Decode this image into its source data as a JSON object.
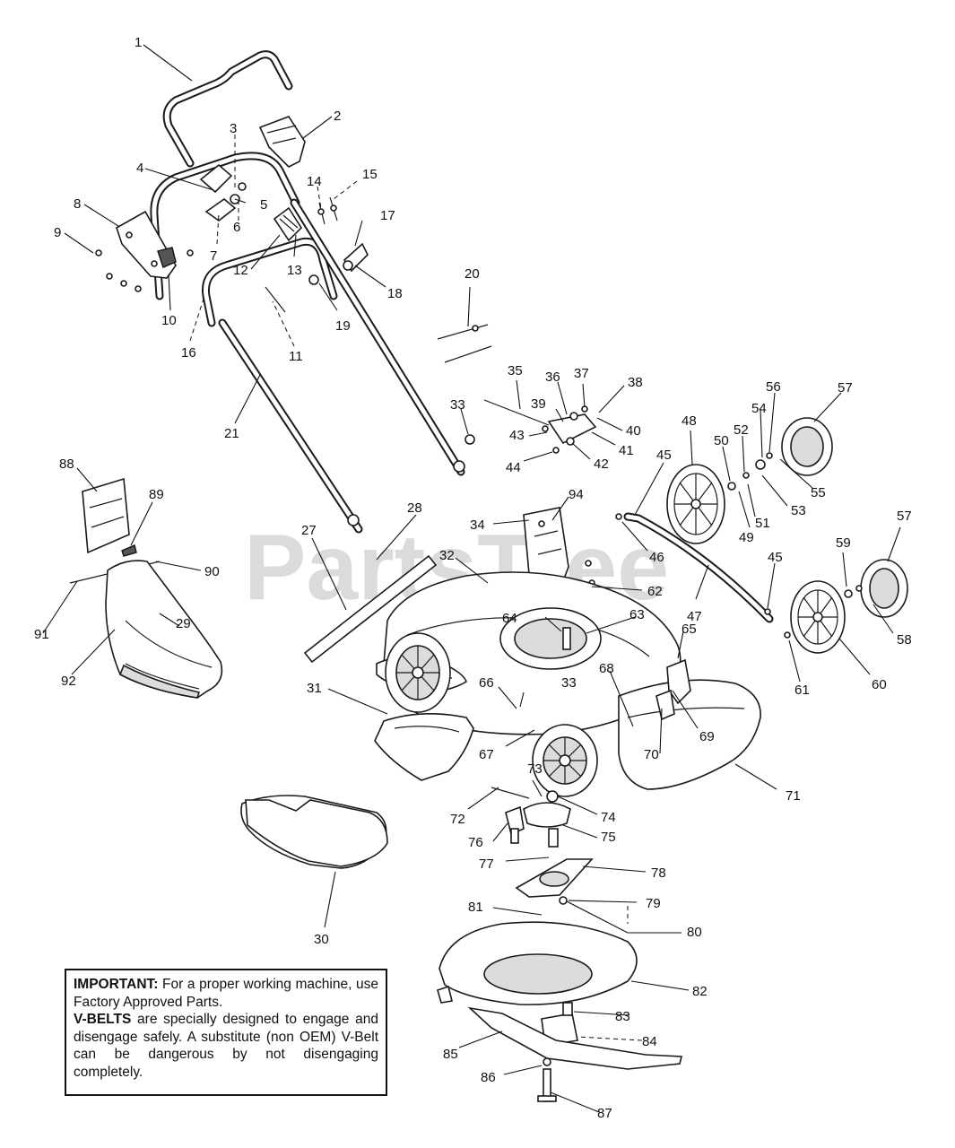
{
  "watermark": "PartsTree",
  "note": {
    "heading1": "IMPORTANT:",
    "text1": "For a proper working machine, use Factory Approved Parts.",
    "heading2": "V-BELTS",
    "text2": "are specially designed to engage and disengage safely. A substitute (non OEM) V-Belt can be dangerous by not disengaging completely."
  },
  "callouts": [
    {
      "id": "1",
      "label": "1"
    },
    {
      "id": "2",
      "label": "2"
    },
    {
      "id": "3",
      "label": "3"
    },
    {
      "id": "4",
      "label": "4"
    },
    {
      "id": "5",
      "label": "5"
    },
    {
      "id": "6",
      "label": "6"
    },
    {
      "id": "7",
      "label": "7"
    },
    {
      "id": "8",
      "label": "8"
    },
    {
      "id": "9",
      "label": "9"
    },
    {
      "id": "10",
      "label": "10"
    },
    {
      "id": "11",
      "label": "11"
    },
    {
      "id": "12",
      "label": "12"
    },
    {
      "id": "13",
      "label": "13"
    },
    {
      "id": "14",
      "label": "14"
    },
    {
      "id": "15",
      "label": "15"
    },
    {
      "id": "16",
      "label": "16"
    },
    {
      "id": "17",
      "label": "17"
    },
    {
      "id": "18",
      "label": "18"
    },
    {
      "id": "19",
      "label": "19"
    },
    {
      "id": "20",
      "label": "20"
    },
    {
      "id": "21",
      "label": "21"
    },
    {
      "id": "27",
      "label": "27"
    },
    {
      "id": "28",
      "label": "28"
    },
    {
      "id": "29",
      "label": "29"
    },
    {
      "id": "30",
      "label": "30"
    },
    {
      "id": "31",
      "label": "31"
    },
    {
      "id": "32",
      "label": "32"
    },
    {
      "id": "33a",
      "label": "33"
    },
    {
      "id": "33b",
      "label": "33"
    },
    {
      "id": "34",
      "label": "34"
    },
    {
      "id": "35",
      "label": "35"
    },
    {
      "id": "36",
      "label": "36"
    },
    {
      "id": "37",
      "label": "37"
    },
    {
      "id": "38",
      "label": "38"
    },
    {
      "id": "39",
      "label": "39"
    },
    {
      "id": "40",
      "label": "40"
    },
    {
      "id": "41",
      "label": "41"
    },
    {
      "id": "42",
      "label": "42"
    },
    {
      "id": "43",
      "label": "43"
    },
    {
      "id": "44",
      "label": "44"
    },
    {
      "id": "45a",
      "label": "45"
    },
    {
      "id": "45b",
      "label": "45"
    },
    {
      "id": "46",
      "label": "46"
    },
    {
      "id": "47",
      "label": "47"
    },
    {
      "id": "48",
      "label": "48"
    },
    {
      "id": "49",
      "label": "49"
    },
    {
      "id": "50",
      "label": "50"
    },
    {
      "id": "51",
      "label": "51"
    },
    {
      "id": "52",
      "label": "52"
    },
    {
      "id": "53",
      "label": "53"
    },
    {
      "id": "54",
      "label": "54"
    },
    {
      "id": "55",
      "label": "55"
    },
    {
      "id": "56",
      "label": "56"
    },
    {
      "id": "57a",
      "label": "57"
    },
    {
      "id": "57b",
      "label": "57"
    },
    {
      "id": "58",
      "label": "58"
    },
    {
      "id": "59",
      "label": "59"
    },
    {
      "id": "60",
      "label": "60"
    },
    {
      "id": "61",
      "label": "61"
    },
    {
      "id": "62",
      "label": "62"
    },
    {
      "id": "63",
      "label": "63"
    },
    {
      "id": "64",
      "label": "64"
    },
    {
      "id": "65",
      "label": "65"
    },
    {
      "id": "66",
      "label": "66"
    },
    {
      "id": "67",
      "label": "67"
    },
    {
      "id": "68",
      "label": "68"
    },
    {
      "id": "69",
      "label": "69"
    },
    {
      "id": "70",
      "label": "70"
    },
    {
      "id": "71",
      "label": "71"
    },
    {
      "id": "72",
      "label": "72"
    },
    {
      "id": "73",
      "label": "73"
    },
    {
      "id": "74",
      "label": "74"
    },
    {
      "id": "75",
      "label": "75"
    },
    {
      "id": "76",
      "label": "76"
    },
    {
      "id": "77",
      "label": "77"
    },
    {
      "id": "78",
      "label": "78"
    },
    {
      "id": "79",
      "label": "79"
    },
    {
      "id": "80",
      "label": "80"
    },
    {
      "id": "81",
      "label": "81"
    },
    {
      "id": "82",
      "label": "82"
    },
    {
      "id": "83",
      "label": "83"
    },
    {
      "id": "84",
      "label": "84"
    },
    {
      "id": "85",
      "label": "85"
    },
    {
      "id": "86",
      "label": "86"
    },
    {
      "id": "87",
      "label": "87"
    },
    {
      "id": "88",
      "label": "88"
    },
    {
      "id": "89",
      "label": "89"
    },
    {
      "id": "90",
      "label": "90"
    },
    {
      "id": "91",
      "label": "91"
    },
    {
      "id": "92",
      "label": "92"
    },
    {
      "id": "94",
      "label": "94"
    }
  ]
}
